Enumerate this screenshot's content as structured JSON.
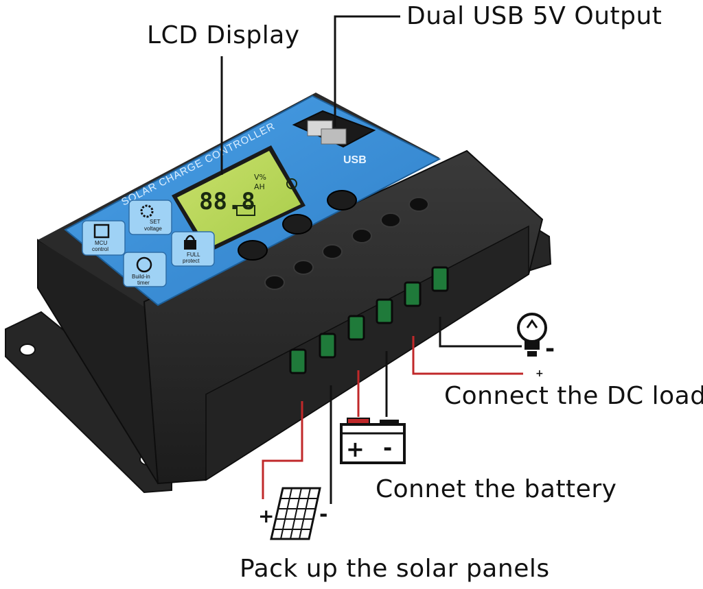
{
  "callouts": {
    "lcd_display": "LCD Display",
    "usb_output": "Dual USB 5V Output",
    "dc_load": "Connect the DC load",
    "battery": "Connet the battery",
    "solar": "Pack up the solar panels"
  },
  "device": {
    "brand_strip": "SOLAR CHARGE CONTROLLER",
    "usb_logo": "USB",
    "lcd_digits": "88.8",
    "lcd_units_top": "V%",
    "lcd_units_bottom": "AH",
    "badges": [
      {
        "icon": "chip-icon",
        "line1": "MCU",
        "line2": "control"
      },
      {
        "icon": "gear-icon",
        "line1": "SET",
        "line2": "voltage"
      },
      {
        "icon": "clock-icon",
        "line1": "Build-in",
        "line2": "timer"
      },
      {
        "icon": "lock-icon",
        "line1": "FULL",
        "line2": "protect"
      }
    ]
  },
  "polarity": {
    "load_plus": "+",
    "load_minus": "-",
    "solar_plus": "+",
    "solar_minus": "-",
    "battery_plus": "+",
    "battery_minus": "-"
  },
  "colors": {
    "housing": "#2b2b2b",
    "housing_dark": "#1a1a1a",
    "panel_blue": "#3d8fd6",
    "lcd_green": "#b9d65a",
    "terminal_green": "#1f7a3a",
    "wire_red": "#c0282a",
    "wire_black": "#111111"
  }
}
